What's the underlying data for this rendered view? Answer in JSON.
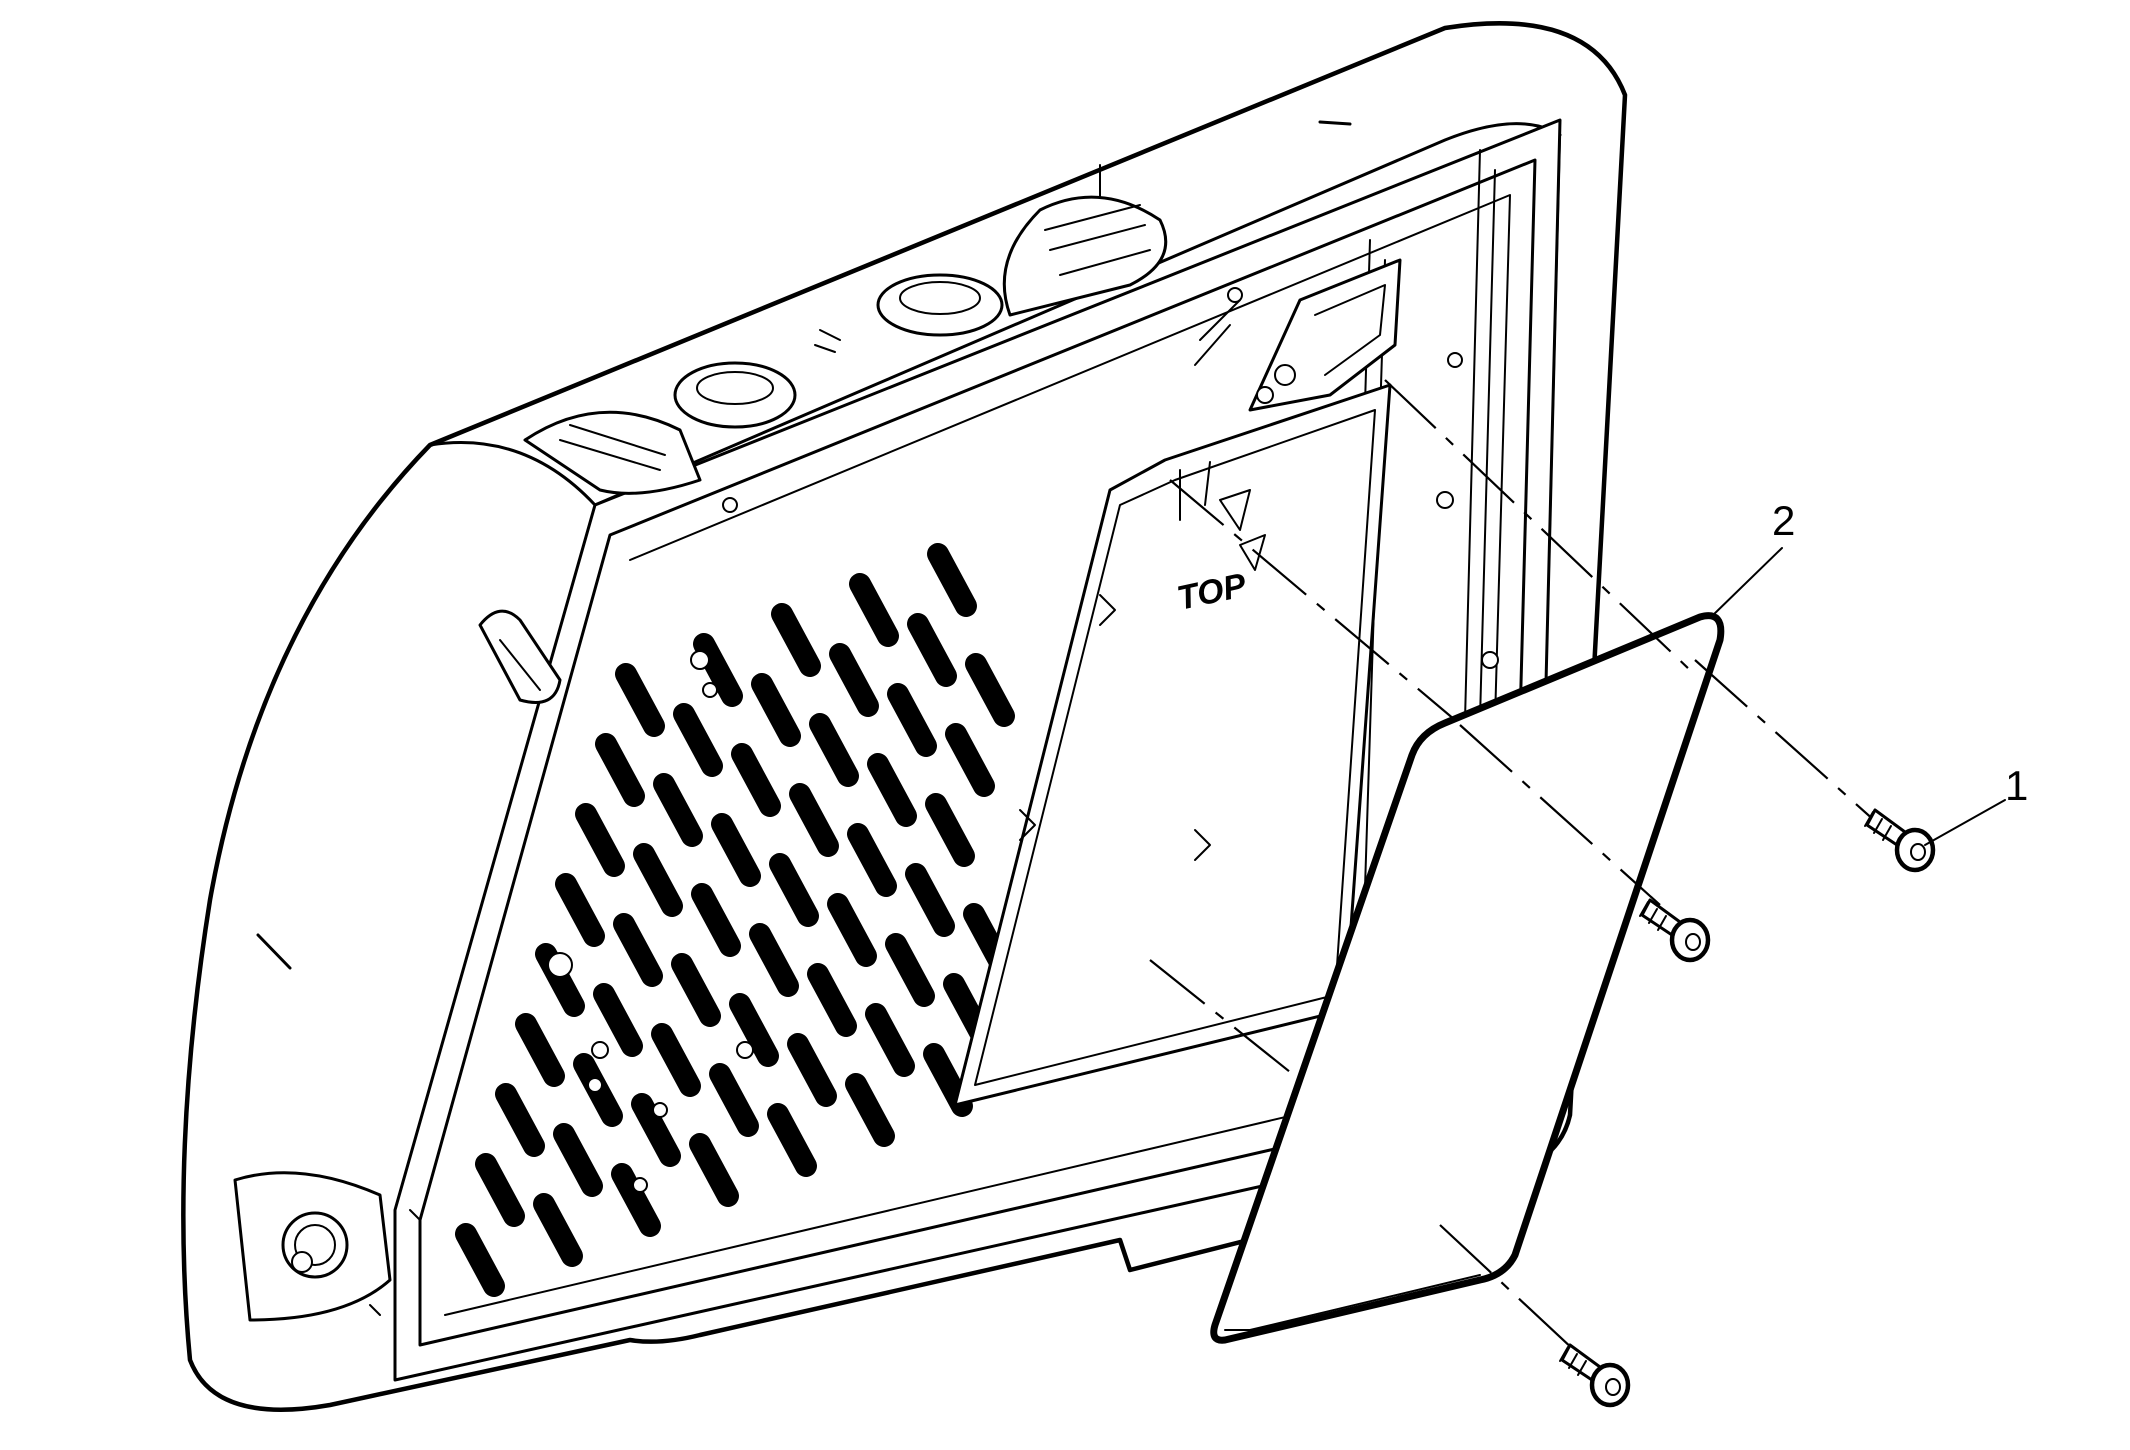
{
  "diagram": {
    "callouts": [
      {
        "id": "1",
        "label": "1",
        "part": "fastener"
      },
      {
        "id": "2",
        "label": "2",
        "part": "cover-panel"
      }
    ],
    "embossed_text": "TOP"
  }
}
